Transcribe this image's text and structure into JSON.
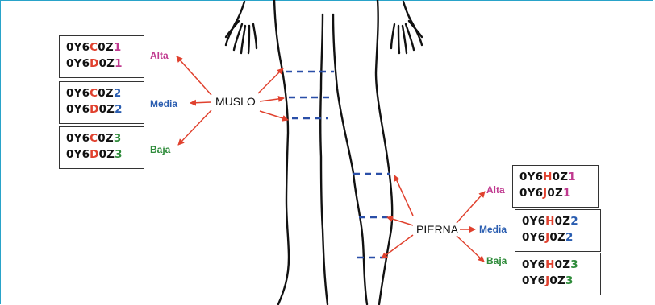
{
  "colors": {
    "frame": "#29a3c9",
    "arrow": "#e0412e",
    "dash": "#2a4fa8",
    "alta": "#c0398f",
    "media": "#2a5db0",
    "baja": "#2e8b3a",
    "code_letter": "#e0412e"
  },
  "thigh": {
    "label": "MUSLO",
    "levels": [
      {
        "name": "Alta",
        "codes": [
          {
            "prefix": "0Y6",
            "letter": "C",
            "mid": "0Z",
            "num": "1"
          },
          {
            "prefix": "0Y6",
            "letter": "D",
            "mid": "0Z",
            "num": "1"
          }
        ]
      },
      {
        "name": "Media",
        "codes": [
          {
            "prefix": "0Y6",
            "letter": "C",
            "mid": "0Z",
            "num": "2"
          },
          {
            "prefix": "0Y6",
            "letter": "D",
            "mid": "0Z",
            "num": "2"
          }
        ]
      },
      {
        "name": "Baja",
        "codes": [
          {
            "prefix": "0Y6",
            "letter": "C",
            "mid": "0Z",
            "num": "3"
          },
          {
            "prefix": "0Y6",
            "letter": "D",
            "mid": "0Z",
            "num": "3"
          }
        ]
      }
    ]
  },
  "leg": {
    "label": "PIERNA",
    "levels": [
      {
        "name": "Alta",
        "codes": [
          {
            "prefix": "0Y6",
            "letter": "H",
            "mid": "0Z",
            "num": "1"
          },
          {
            "prefix": "0Y6",
            "letter": "J",
            "mid": "0Z",
            "num": "1"
          }
        ]
      },
      {
        "name": "Media",
        "codes": [
          {
            "prefix": "0Y6",
            "letter": "H",
            "mid": "0Z",
            "num": "2"
          },
          {
            "prefix": "0Y6",
            "letter": "J",
            "mid": "0Z",
            "num": "2"
          }
        ]
      },
      {
        "name": "Baja",
        "codes": [
          {
            "prefix": "0Y6",
            "letter": "H",
            "mid": "0Z",
            "num": "3"
          },
          {
            "prefix": "0Y6",
            "letter": "J",
            "mid": "0Z",
            "num": "3"
          }
        ]
      }
    ]
  }
}
